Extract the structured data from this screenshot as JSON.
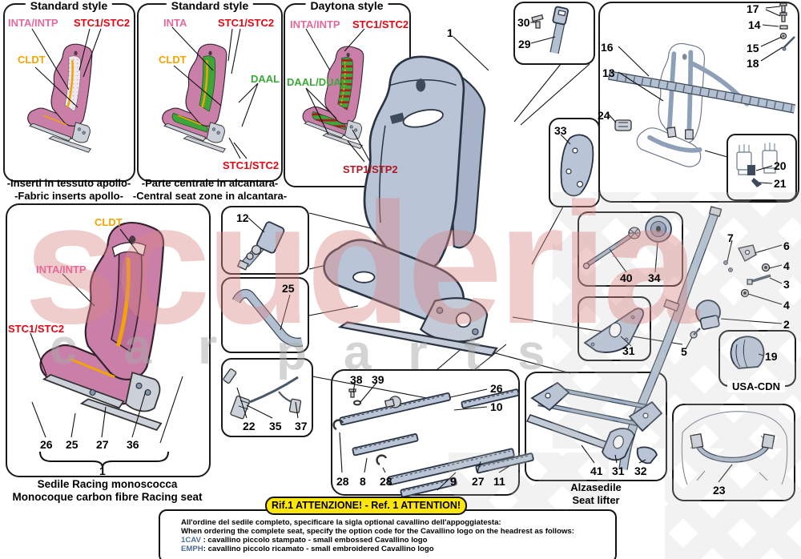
{
  "watermark": {
    "word1": "scuderia",
    "word2": "car",
    "word3": "parts"
  },
  "trim": {
    "inta_intp": "INTA/INTP",
    "inta": "INTA",
    "stc": "STC1/STC2",
    "cldt": "CLDT",
    "daal": "DAAL",
    "daal_dual": "DAAL/DUAL",
    "stp": "STP1/STP2"
  },
  "style_boxes": {
    "box1": {
      "title": "Standard style",
      "caption_it": "-Inserti in tessuto apollo-",
      "caption_en": "-Fabric inserts apollo-"
    },
    "box2": {
      "title": "Standard style",
      "caption_it": "-Parte centrale in alcantara-",
      "caption_en": "-Central seat zone in alcantara-"
    },
    "box3": {
      "title": "Daytona style"
    }
  },
  "racing_seat_box": {
    "caption_it": "Sedile Racing monoscocca",
    "caption_en": "Monocoque carbon fibre Racing seat"
  },
  "regions": {
    "usa_cdn": "USA-CDN",
    "seat_lifter_it": "Alzasedile",
    "seat_lifter_en": "Seat lifter"
  },
  "attention": {
    "badge": "Rif.1 ATTENZIONE! - Ref. 1 ATTENTION!",
    "line_it": "All'ordine del sedile completo, specificare la sigla optional cavallino dell'appoggiatesta:",
    "line_en": "When ordering the complete seat, specify the option code for the Cavallino logo on the headrest as follows:",
    "code1": "1CAV",
    "code1_text": ": cavallino piccolo stampato - small embossed Cavallino logo",
    "code2": "EMPH",
    "code2_text": ": cavallino piccolo ricamato - small embroidered Cavallino logo"
  },
  "callouts": {
    "1": "1",
    "2": "2",
    "3": "3",
    "4": "4",
    "5": "5",
    "6": "6",
    "7": "7",
    "8": "8",
    "9": "9",
    "10": "10",
    "11": "11",
    "12": "12",
    "13": "13",
    "14": "14",
    "15": "15",
    "16": "16",
    "17": "17",
    "18": "18",
    "19": "19",
    "20": "20",
    "21": "21",
    "22": "22",
    "23": "23",
    "24": "24",
    "25": "25",
    "26": "26",
    "27": "27",
    "28": "28",
    "29": "29",
    "30": "30",
    "31": "31",
    "32": "32",
    "33": "33",
    "34": "34",
    "35": "35",
    "36": "36",
    "37": "37",
    "38": "38",
    "39": "39",
    "40": "40",
    "41": "41"
  },
  "colors": {
    "label_pink": "#e5699a",
    "label_red": "#e30613",
    "label_orange": "#f0a500",
    "label_green": "#3aa935",
    "label_dark_red": "#b01823",
    "code_blue": "#4a6d96",
    "attention_yellow": "#ffe60a",
    "seat_pink": "#c97fa8",
    "insert_green": "#3fa53b",
    "stripe_orange": "#f4a304",
    "part_blue_gray": "#b9c4d7",
    "watermark_pink": "#d98787"
  }
}
